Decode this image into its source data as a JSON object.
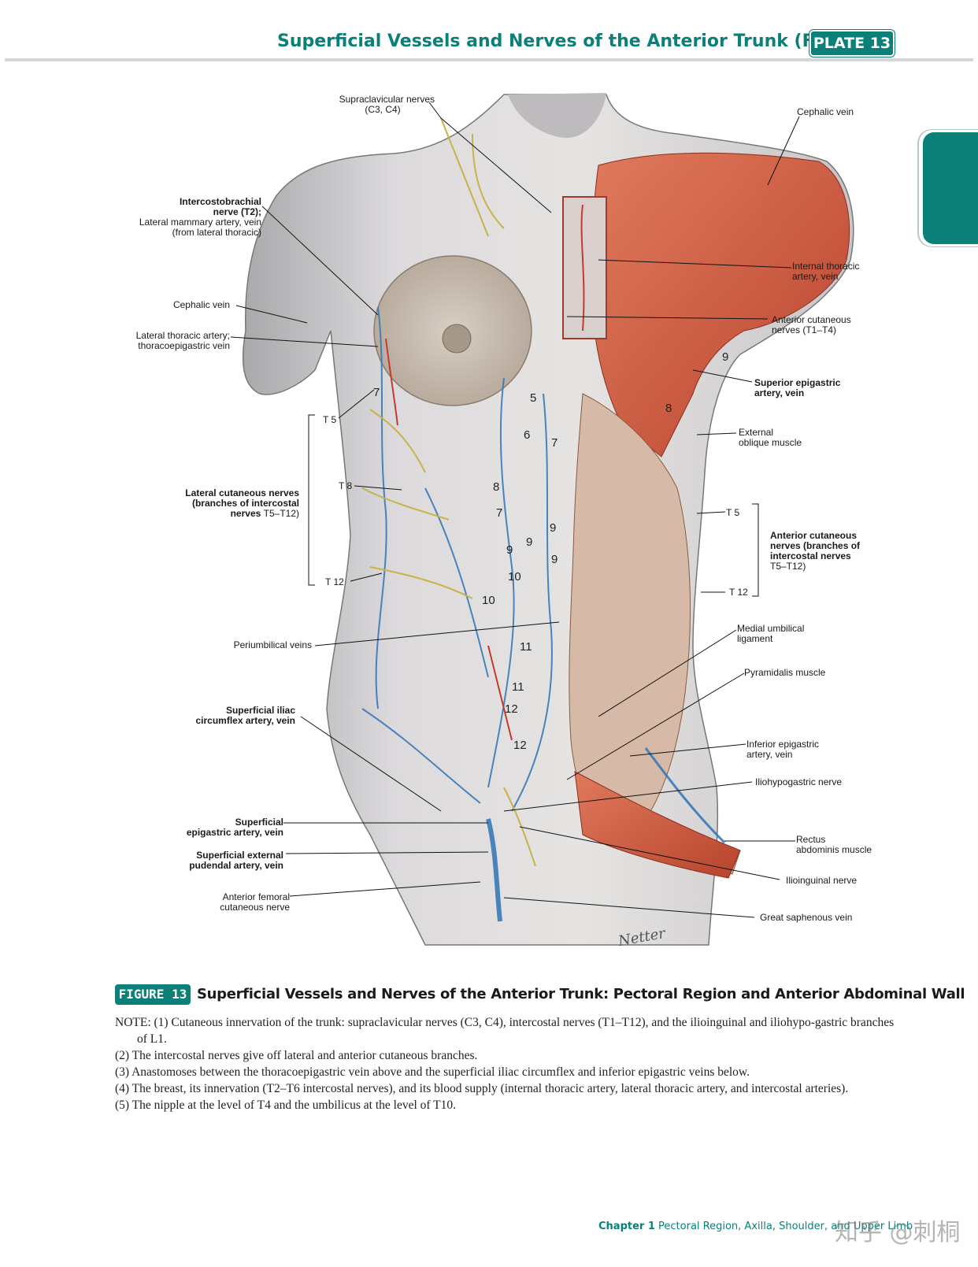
{
  "header": {
    "title": "Superficial Vessels and Nerves of the Anterior Trunk (Female)",
    "plate": "PLATE 13"
  },
  "labels": {
    "supraclavicular": [
      "Supraclavicular nerves",
      "(C3, C4)"
    ],
    "cephalic_vein_top": "Cephalic vein",
    "intercostobrachial": [
      "Intercostobrachial",
      "nerve (T2);"
    ],
    "lateral_mammary": [
      "Lateral mammary artery, vein",
      "(from lateral thoracic)"
    ],
    "internal_thoracic": [
      "Internal thoracic",
      "artery, vein"
    ],
    "cephalic_vein_left": "Cephalic vein",
    "anterior_cutaneous_top": [
      "Anterior cutaneous",
      "nerves (T1–T4)"
    ],
    "lateral_thoracic": [
      "Lateral thoracic artery;",
      "thoracoepigastric vein"
    ],
    "superior_epigastric": [
      "Superior epigastric",
      "artery, vein"
    ],
    "t5_left": "T 5",
    "external_oblique": [
      "External",
      "oblique muscle"
    ],
    "t8_left": "T 8",
    "lateral_cutaneous": [
      "Lateral cutaneous nerves",
      "(branches of intercostal",
      "nerves"
    ],
    "lateral_cutaneous_range": "T5–T12)",
    "t5_right": "T 5",
    "anterior_cutaneous_branches": [
      "Anterior cutaneous",
      "nerves (branches of",
      "intercostal nerves"
    ],
    "anterior_cutaneous_range": "T5–T12)",
    "t12_left": "T 12",
    "t12_right": "T 12",
    "medial_umbilical": [
      "Medial umbilical",
      "ligament"
    ],
    "periumbilical": "Periumbilical veins",
    "pyramidalis": "Pyramidalis muscle",
    "superficial_iliac": [
      "Superficial iliac",
      "circumflex artery, vein"
    ],
    "inferior_epigastric": [
      "Inferior epigastric",
      "artery, vein"
    ],
    "iliohypogastric": "Iliohypogastric nerve",
    "superficial_epigastric": [
      "Superficial",
      "epigastric artery, vein"
    ],
    "rectus": [
      "Rectus",
      "abdominis muscle"
    ],
    "superficial_external_pudendal": [
      "Superficial external",
      "pudendal artery, vein"
    ],
    "ilioinguinal": "Ilioinguinal nerve",
    "anterior_femoral": [
      "Anterior femoral",
      "cutaneous nerve"
    ],
    "great_saphenous": "Great saphenous vein",
    "signature": "Netter"
  },
  "numbers": [
    "5",
    "6",
    "7",
    "7",
    "8",
    "8",
    "7",
    "9",
    "9",
    "9",
    "9",
    "9",
    "10",
    "10",
    "11",
    "11",
    "12",
    "12"
  ],
  "figure": {
    "badge": "FIGURE 13",
    "title": "Superficial Vessels and Nerves of the Anterior Trunk: Pectoral Region and Anterior Abdominal Wall"
  },
  "notes": [
    "NOTE: (1)  Cutaneous innervation of the trunk: supraclavicular nerves (C3, C4), intercostal nerves (T1–T12), and the ilioinguinal and iliohypo-gastric branches of L1.",
    "(2)  The intercostal nerves give off lateral and anterior cutaneous branches.",
    "(3)  Anastomoses between the thoracoepigastric vein above and the superficial iliac circumflex and inferior epigastric veins below.",
    "(4)  The breast, its innervation (T2–T6 intercostal nerves), and its blood supply (internal thoracic artery, lateral thoracic artery, and intercostal arteries).",
    "(5)  The nipple at the level of T4 and the umbilicus at the level of T10."
  ],
  "footer": {
    "chapter": "Chapter 1",
    "text": "Pectoral Region, Axilla, Shoulder, and Upper Limb"
  },
  "watermark": "知乎 @刺桐",
  "colors": {
    "accent": "#0a8079",
    "muscle": "#c9553d",
    "vein": "#3a78b8",
    "nerve": "#c8b24a",
    "skin": "#c9c7c9"
  }
}
